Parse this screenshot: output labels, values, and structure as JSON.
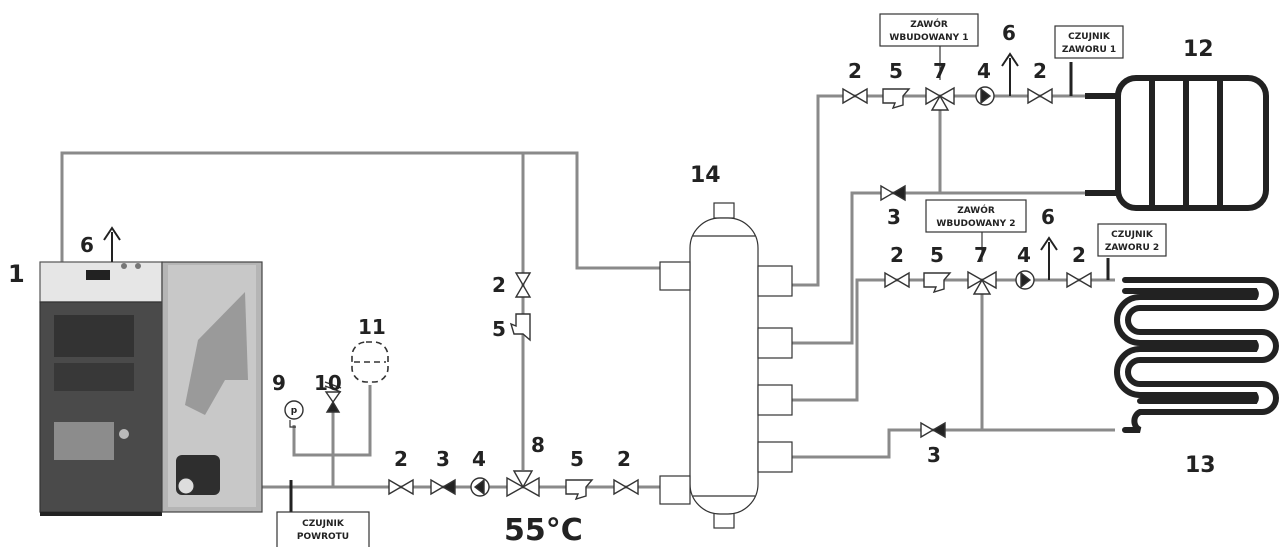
{
  "numbers": {
    "n1": "1",
    "n6_boiler": "6",
    "n2_bypass": "2",
    "n5_bypass": "5",
    "n8": "8",
    "n9": "9",
    "n10": "10",
    "n11": "11",
    "n2_ret_a": "2",
    "n3_ret": "3",
    "n4_ret": "4",
    "n5_ret": "5",
    "n2_ret_b": "2",
    "n14": "14",
    "n12": "12",
    "n13": "13",
    "c1_2a": "2",
    "c1_5": "5",
    "c1_7": "7",
    "c1_4": "4",
    "c1_6": "6",
    "c1_2b": "2",
    "c1_3": "3",
    "c2_2a": "2",
    "c2_5": "5",
    "c2_7": "7",
    "c2_4": "4",
    "c2_6": "6",
    "c2_2b": "2",
    "c2_3": "3"
  },
  "labels": {
    "valve1_line1": "ZAWÓR",
    "valve1_line2": "WBUDOWANY 1",
    "sensor1_line1": "CZUJNIK",
    "sensor1_line2": "ZAWORU 1",
    "valve2_line1": "ZAWÓR",
    "valve2_line2": "WBUDOWANY 2",
    "sensor2_line1": "CZUJNIK",
    "sensor2_line2": "ZAWORU 2",
    "return_sensor_line1": "CZUJNIK",
    "return_sensor_line2": "POWROTU",
    "temperature": "55°C",
    "pressure_gauge_letter": "p"
  },
  "colors": {
    "pipe": "#8a8a8a",
    "symbol": "#333333",
    "boiler_body": "#4a4a4a",
    "hopper": "#b5b5b5"
  }
}
